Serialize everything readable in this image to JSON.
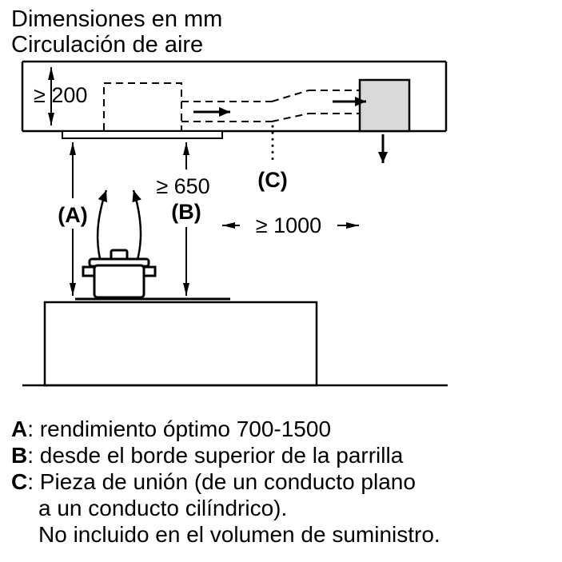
{
  "title": {
    "line1": "Dimensiones en mm",
    "line2": "Circulación de aire"
  },
  "diagram": {
    "dim_ceiling_gap": "≥ 200",
    "dim_hood_height": "≥ 650",
    "dim_lateral": "≥ 1000",
    "label_a": "(A)",
    "label_b": "(B)",
    "label_c": "(C)"
  },
  "legend": {
    "items": [
      {
        "key": "A",
        "text": ": rendimiento óptimo 700-1500"
      },
      {
        "key": "B",
        "text": ": desde el borde superior de la parrilla"
      },
      {
        "key": "C",
        "text": ": Pieza de unión (de un conducto plano"
      }
    ],
    "c_continuation": [
      "a un conducto cilíndrico).",
      "No incluido en el volumen de suministro."
    ]
  },
  "colors": {
    "line": "#000000",
    "fan_box_fill": "#d9d9d9"
  }
}
